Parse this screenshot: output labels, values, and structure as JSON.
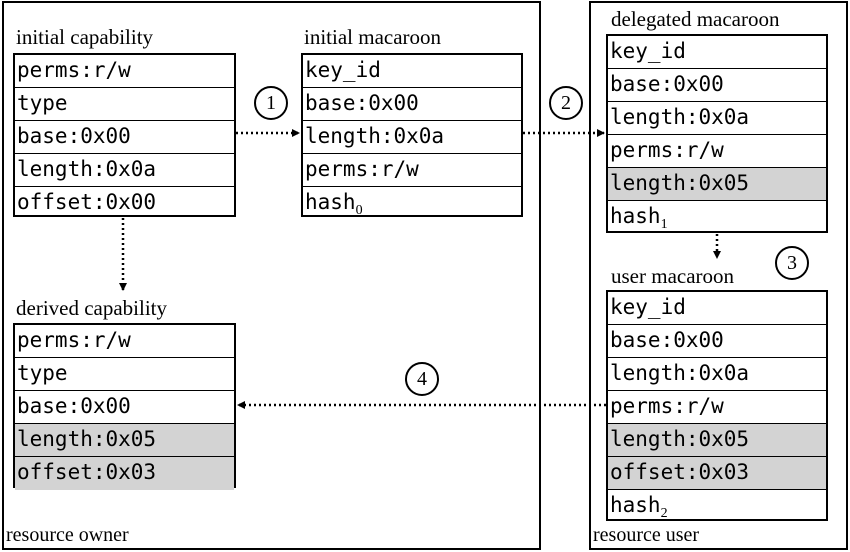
{
  "regions": {
    "owner_label": "resource owner",
    "user_label": "resource user"
  },
  "initial_capability": {
    "title": "initial capability",
    "fields": [
      {
        "text": "perms:r/w",
        "highlight": false
      },
      {
        "text": "type",
        "highlight": false
      },
      {
        "text": "base:0x00",
        "highlight": false
      },
      {
        "text": "length:0x0a",
        "highlight": false
      },
      {
        "text": "offset:0x00",
        "highlight": false
      }
    ]
  },
  "initial_macaroon": {
    "title": "initial macaroon",
    "fields": [
      {
        "text": "key_id",
        "highlight": false
      },
      {
        "text": "base:0x00",
        "highlight": false
      },
      {
        "text": "length:0x0a",
        "highlight": false
      },
      {
        "text": "perms:r/w",
        "highlight": false
      },
      {
        "text": "hash",
        "sub": "0",
        "highlight": false
      }
    ]
  },
  "derived_capability": {
    "title": "derived capability",
    "fields": [
      {
        "text": "perms:r/w",
        "highlight": false
      },
      {
        "text": "type",
        "highlight": false
      },
      {
        "text": "base:0x00",
        "highlight": false
      },
      {
        "text": "length:0x05",
        "highlight": true
      },
      {
        "text": "offset:0x03",
        "highlight": true
      }
    ]
  },
  "delegated_macaroon": {
    "title": "delegated macaroon",
    "fields": [
      {
        "text": "key_id",
        "highlight": false
      },
      {
        "text": "base:0x00",
        "highlight": false
      },
      {
        "text": "length:0x0a",
        "highlight": false
      },
      {
        "text": "perms:r/w",
        "highlight": false
      },
      {
        "text": "length:0x05",
        "highlight": true
      },
      {
        "text": "hash",
        "sub": "1",
        "highlight": false
      }
    ]
  },
  "user_macaroon": {
    "title": "user macaroon",
    "fields": [
      {
        "text": "key_id",
        "highlight": false
      },
      {
        "text": "base:0x00",
        "highlight": false
      },
      {
        "text": "length:0x0a",
        "highlight": false
      },
      {
        "text": "perms:r/w",
        "highlight": false
      },
      {
        "text": "length:0x05",
        "highlight": true
      },
      {
        "text": "offset:0x03",
        "highlight": true
      },
      {
        "text": "hash",
        "sub": "2",
        "highlight": false
      }
    ]
  },
  "steps": [
    "1",
    "2",
    "3",
    "4"
  ],
  "colors": {
    "highlight": "#d3d3d3",
    "line": "#000000"
  }
}
